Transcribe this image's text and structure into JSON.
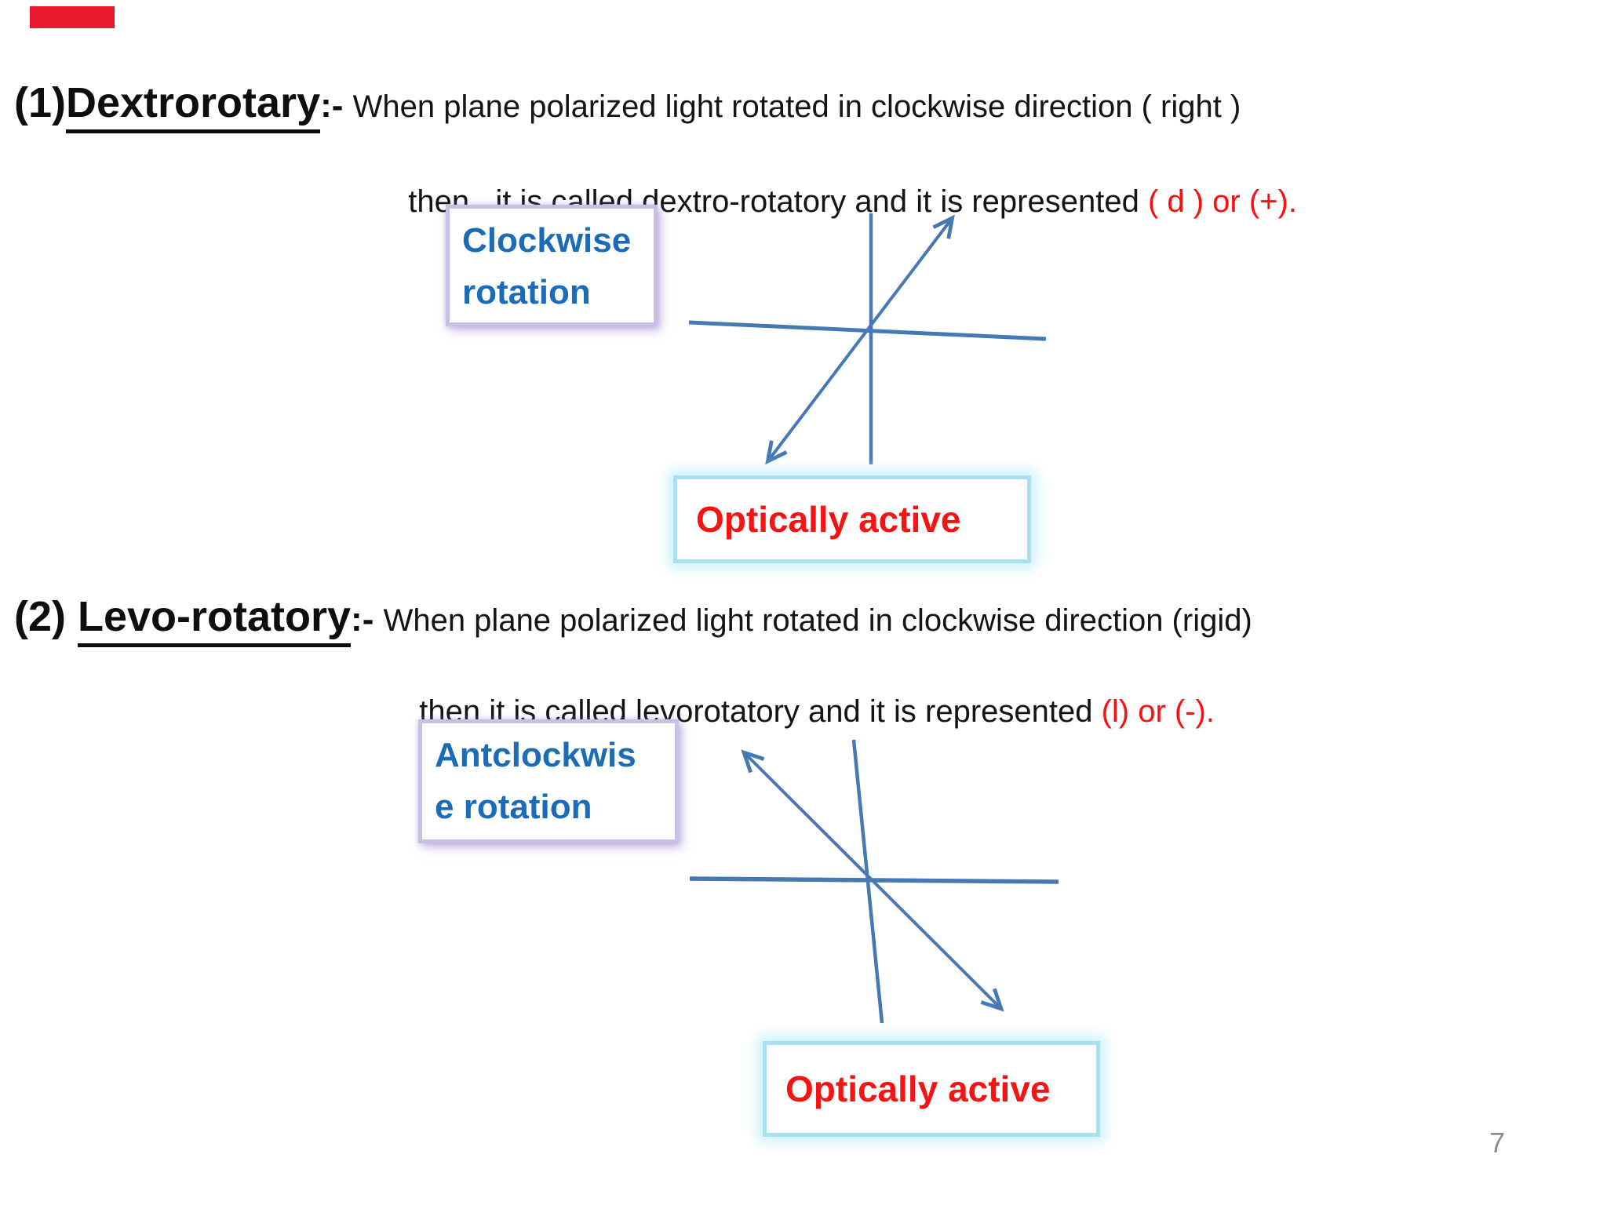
{
  "page": {
    "number": "7"
  },
  "decorations": {
    "top_left_bar": "red-accent-bar"
  },
  "colors": {
    "accent_blue_text": "#1a6cb8",
    "diagram_line_blue": "#4678b4",
    "red_text": "#fb0f0f",
    "lavender_border": "#c9bfe6",
    "cyan_border": "#a8e0f2",
    "page_number_gray": "#8b8b8b",
    "top_left_bar_red": "#e8192c"
  },
  "sections": [
    {
      "heading_prefix": "(1)",
      "heading_term": "Dextrorotary",
      "heading_suffix": ":- ",
      "line1": "When plane polarized light rotated in clockwise direction ( right )",
      "line2_black": "then   it is called dextro-rotatory and it is represented ",
      "line2_red": "( d ) or (+).",
      "rotation_label_line1": "Clockwise",
      "rotation_label_line2": "rotation",
      "optically_active_label": "Optically active",
      "diagram": "clockwise-rotation-axes"
    },
    {
      "heading_prefix": "(2) ",
      "heading_term": "Levo-rotatory",
      "heading_suffix": ":- ",
      "line1": "When plane polarized light rotated in clockwise direction (rigid)",
      "line2_black": "then it is called levorotatory and it is represented ",
      "line2_red": "(l) or (-).",
      "rotation_label_line1": "Antclockwis",
      "rotation_label_line2": "e rotation",
      "optically_active_label": "Optically active",
      "diagram": "anticlockwise-rotation-axes"
    }
  ]
}
